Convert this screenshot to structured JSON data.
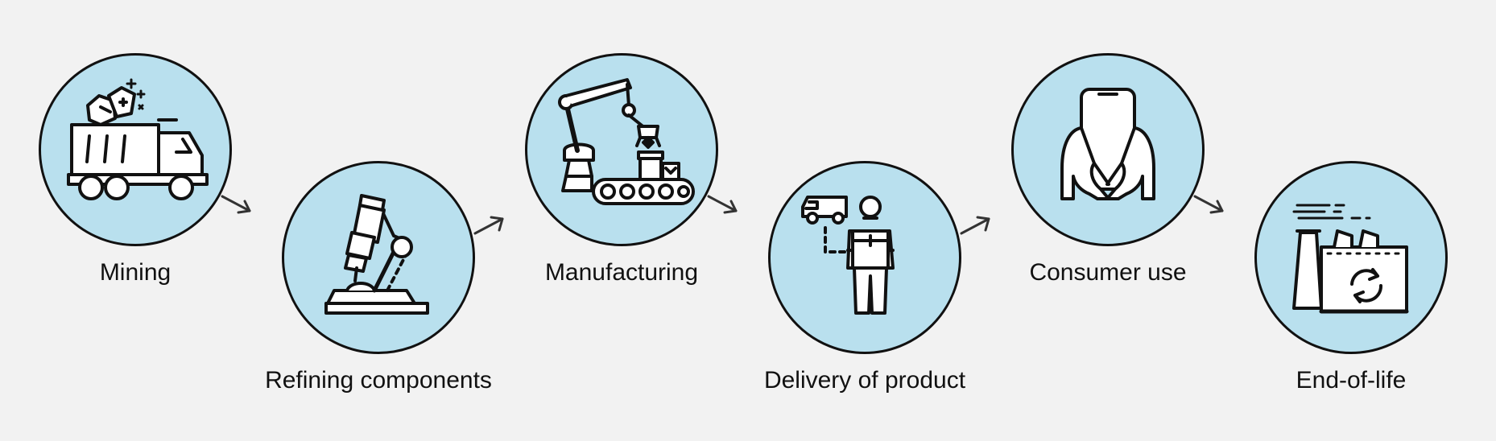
{
  "diagram": {
    "steps": [
      {
        "label": "Mining",
        "icon": "dump-truck-icon"
      },
      {
        "label": "Refining components",
        "icon": "microscope-icon"
      },
      {
        "label": "Manufacturing",
        "icon": "robotic-arm-conveyor-icon"
      },
      {
        "label": "Delivery of product",
        "icon": "delivery-person-icon"
      },
      {
        "label": "Consumer use",
        "icon": "phone-in-hands-icon"
      },
      {
        "label": "End-of-life",
        "icon": "recycling-factory-icon"
      }
    ],
    "colors": {
      "circle_fill": "#b9e0ee",
      "stroke": "#111111",
      "background": "#f2f2f2"
    }
  }
}
